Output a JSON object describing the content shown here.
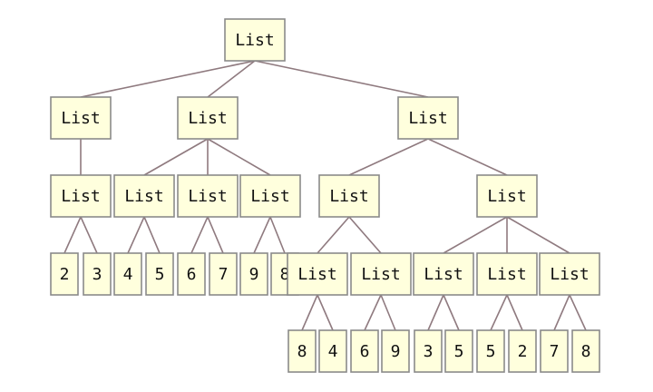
{
  "tree": {
    "label": "List",
    "children": [
      {
        "label": "List",
        "children": [
          {
            "label": "List",
            "children": [
              {
                "label": "2"
              },
              {
                "label": "3"
              }
            ]
          }
        ]
      },
      {
        "label": "List",
        "children": [
          {
            "label": "List",
            "children": [
              {
                "label": "4"
              },
              {
                "label": "5"
              }
            ]
          },
          {
            "label": "List",
            "children": [
              {
                "label": "6"
              },
              {
                "label": "7"
              }
            ]
          },
          {
            "label": "List",
            "children": [
              {
                "label": "9"
              },
              {
                "label": "8"
              }
            ]
          }
        ]
      },
      {
        "label": "List",
        "children": [
          {
            "label": "List",
            "children": [
              {
                "label": "List",
                "children": [
                  {
                    "label": "8"
                  },
                  {
                    "label": "4"
                  }
                ]
              },
              {
                "label": "List",
                "children": [
                  {
                    "label": "6"
                  },
                  {
                    "label": "9"
                  }
                ]
              }
            ]
          },
          {
            "label": "List",
            "children": [
              {
                "label": "List",
                "children": [
                  {
                    "label": "3"
                  },
                  {
                    "label": "5"
                  }
                ]
              },
              {
                "label": "List",
                "children": [
                  {
                    "label": "5"
                  },
                  {
                    "label": "2"
                  }
                ]
              },
              {
                "label": "List",
                "children": [
                  {
                    "label": "7"
                  },
                  {
                    "label": "8"
                  }
                ]
              }
            ]
          }
        ]
      }
    ]
  }
}
